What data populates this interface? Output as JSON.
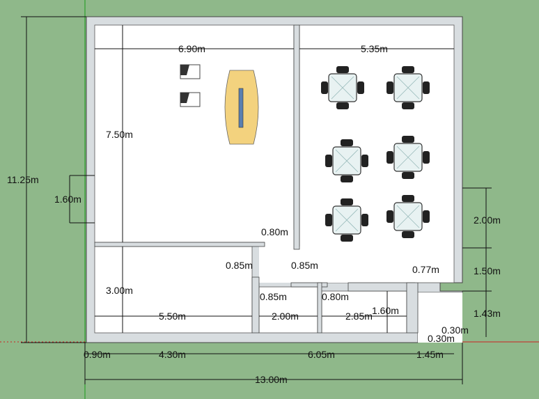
{
  "app": {
    "title": "SketchUp floor plan"
  },
  "colors": {
    "background": "#8fb88a",
    "wall": "#d8dde0",
    "wall_edge": "#444444",
    "floor": "#ffffff",
    "table": "#f3d27e",
    "axis_green": "#1a9a1a",
    "axis_red": "#cc2222"
  },
  "dimensions": {
    "top_left_width": "6.90m",
    "top_right_width": "5.35m",
    "left_room_height": "7.50m",
    "total_height": "11.25m",
    "left_door": "1.60m",
    "lower_room_height": "3.00m",
    "lower_room_width": "5.50m",
    "door_top": "0.80m",
    "corridor_left_a": "0.85m",
    "corridor_right_a": "0.85m",
    "corridor_left_b": "0.85m",
    "corridor_right_b": "0.80m",
    "small_room_width": "2.00m",
    "room_width_285": "2.85m",
    "room_height_160": "1.60m",
    "door_077": "0.77m",
    "right_200": "2.00m",
    "right_150": "1.50m",
    "right_143": "1.43m",
    "bottom_030a": "0.30m",
    "bottom_030b": "0.30m",
    "bottom_090": "0.90m",
    "bottom_430": "4.30m",
    "bottom_605": "6.05m",
    "bottom_145": "1.45m",
    "total_width": "13.00m"
  },
  "furniture": {
    "chairs": "office-chair-icon",
    "meeting_table": "conference-table-icon",
    "dining_sets": "table-with-four-chairs-icon"
  }
}
